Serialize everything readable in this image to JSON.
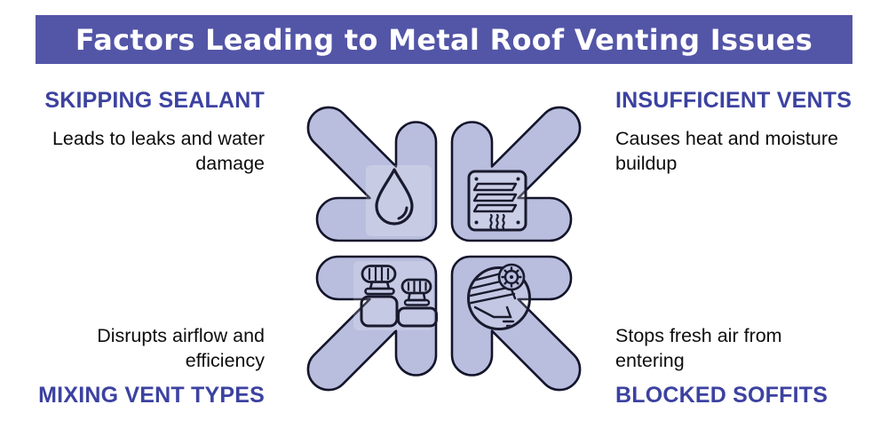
{
  "title": {
    "text": "Factors Leading to Metal Roof Venting Issues"
  },
  "colors": {
    "background": "#FFFFFF",
    "banner_bg": "#5355A7",
    "banner_text": "#FFFFFF",
    "section_heading": "#3C42A0",
    "body_text": "#0D0D0D",
    "arrow_fill": "#B9BEDE",
    "arrow_outline": "#14142B",
    "icon_stroke": "#1A1A2E"
  },
  "sections": [
    {
      "id": "skipping-sealant",
      "position": "top-left",
      "title": "SKIPPING SEALANT",
      "desc_lines": [
        "Leads to leaks and water",
        "damage"
      ],
      "icon": "water-drop-icon"
    },
    {
      "id": "insufficient-vents",
      "position": "top-right",
      "title": "INSUFFICIENT VENTS",
      "desc_lines": [
        "Causes heat and moisture",
        "buildup"
      ],
      "icon": "vent-grille-icon"
    },
    {
      "id": "mixing-vent-types",
      "position": "bottom-left",
      "title": "MIXING VENT TYPES",
      "desc_lines": [
        "Disrupts airflow and",
        "efficiency"
      ],
      "icon": "turbine-vents-icon"
    },
    {
      "id": "blocked-soffits",
      "position": "bottom-right",
      "title": "BLOCKED SOFFITS",
      "desc_lines": [
        "Stops fresh air from",
        "entering"
      ],
      "icon": "soffit-icon"
    }
  ]
}
